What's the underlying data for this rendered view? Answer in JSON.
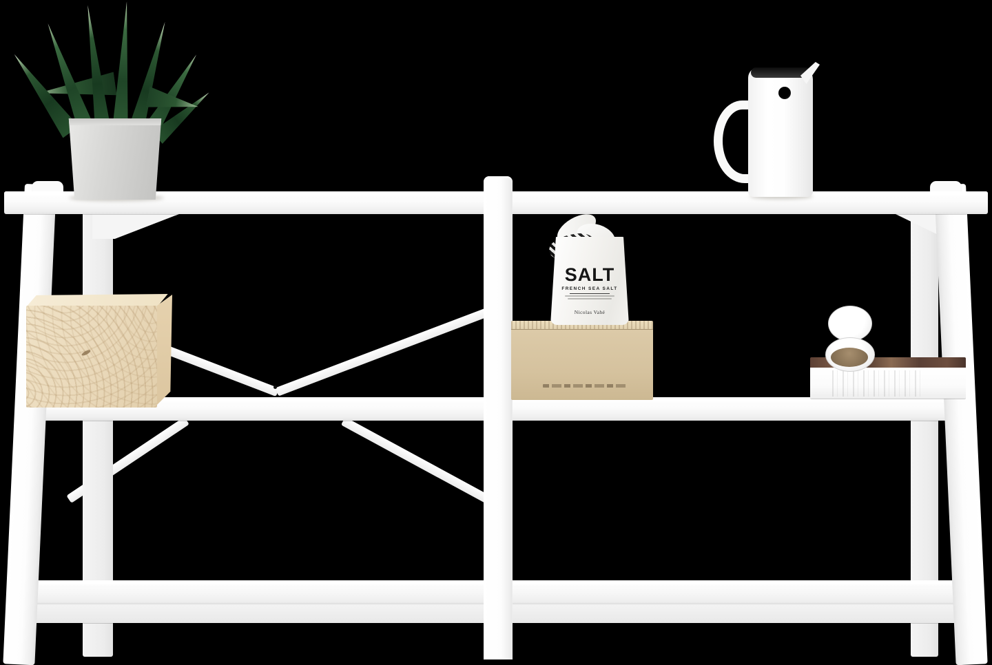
{
  "scene": {
    "type": "product-photo",
    "description": "Three-tier white trestle console shelf styled with a potted snake plant, a white vacuum jug, a raw wood cube, a bag of salt on a kraft box, and an hourglass resting on a book, on a black background",
    "background_color": "#000000"
  },
  "shelf": {
    "label": "white trestle shelving unit",
    "color": "#ffffff",
    "tier_count": "3"
  },
  "objects": {
    "plant": {
      "label": "snake plant in concrete pot",
      "pot_color": "#d4d4d2",
      "leaf_color_dark": "#1f4527",
      "leaf_color_light": "#8fae88"
    },
    "jug": {
      "label": "white vacuum jug",
      "body_color": "#fbfbfb",
      "lid_color": "#1c1c1c"
    },
    "wood_block": {
      "label": "raw wood cube",
      "face_color": "#ead9ba",
      "grain_color": "#c9ae85"
    },
    "salt_bag": {
      "title": "SALT",
      "subtitle": "FRENCH SEA SALT",
      "brand": "Nicolas Vahé",
      "bag_color": "#f5f4f1"
    },
    "cardboard_box": {
      "label": "kraft cardboard box",
      "face_color": "#d9c6a4"
    },
    "hourglass": {
      "label": "hourglass with sand",
      "sand_color": "#96816a"
    },
    "book": {
      "label": "book lying flat",
      "page_color": "#fbfbfb",
      "cover_edge_color": "#6a4a3a"
    }
  }
}
